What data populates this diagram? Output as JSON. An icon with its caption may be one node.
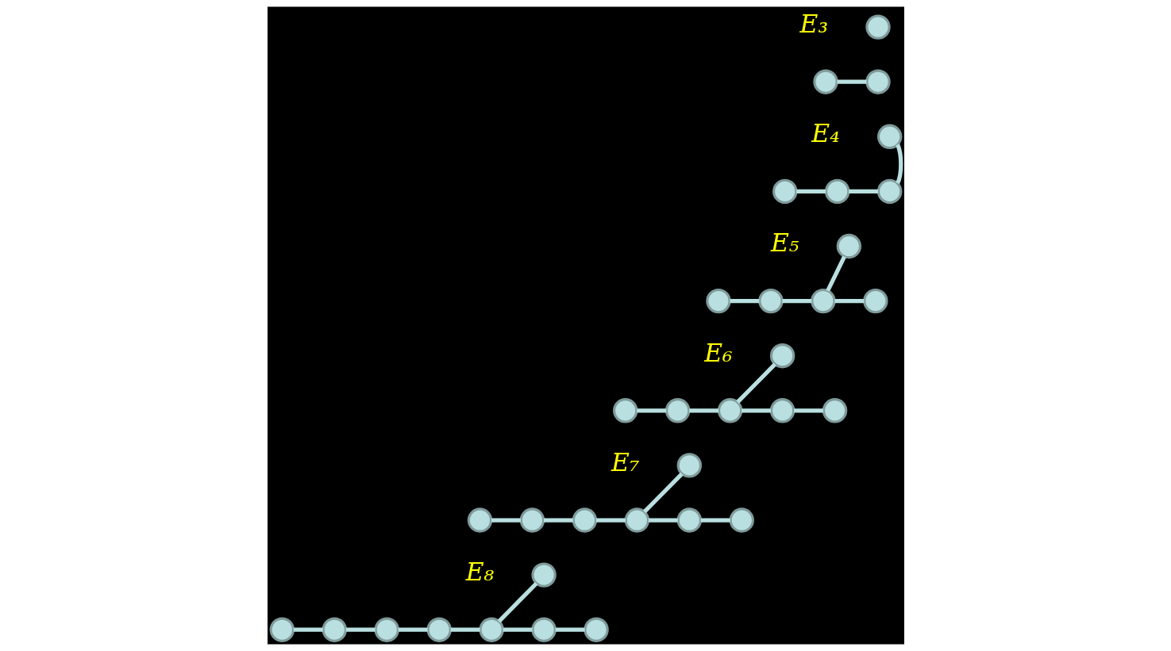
{
  "diagram": {
    "nodes": [
      {
        "text": [],
        "shape": "circle"
      },
      {
        "text": [],
        "shape": "circle"
      },
      {
        "text": [],
        "shape": "circle"
      },
      {
        "text": [],
        "shape": "circle"
      },
      {
        "text": [],
        "shape": "circle"
      },
      {
        "text": [],
        "shape": "circle"
      },
      {
        "text": [],
        "shape": "circle"
      },
      {
        "text": [],
        "shape": "circle"
      },
      {
        "text": [],
        "shape": "circle"
      },
      {
        "text": [],
        "shape": "circle"
      },
      {
        "text": [],
        "shape": "circle"
      },
      {
        "text": [],
        "shape": "circle"
      },
      {
        "text": [],
        "shape": "circle"
      },
      {
        "text": [],
        "shape": "circle"
      },
      {
        "text": [],
        "shape": "circle"
      },
      {
        "text": [],
        "shape": "circle"
      },
      {
        "text": [],
        "shape": "circle"
      },
      {
        "text": [],
        "shape": "circle"
      },
      {
        "text": [],
        "shape": "circle"
      },
      {
        "text": [],
        "shape": "circle"
      },
      {
        "text": [],
        "shape": "circle"
      },
      {
        "text": [],
        "shape": "circle"
      },
      {
        "text": [],
        "shape": "circle"
      },
      {
        "text": [],
        "shape": "circle"
      },
      {
        "text": [],
        "shape": "circle"
      },
      {
        "text": [],
        "shape": "circle"
      },
      {
        "text": [],
        "shape": "circle"
      },
      {
        "text": [],
        "shape": "circle"
      },
      {
        "text": [],
        "shape": "circle"
      },
      {
        "text": [],
        "shape": "circle"
      },
      {
        "text": [],
        "shape": "circle"
      },
      {
        "text": [],
        "shape": "circle"
      },
      {
        "text": [],
        "shape": "circle"
      }
    ],
    "edges": [
      {
        "from": 1,
        "to": 2,
        "arrow": "none"
      },
      {
        "from": 4,
        "to": 5,
        "arrow": "none"
      },
      {
        "from": 5,
        "to": 6,
        "arrow": "none"
      },
      {
        "from": 3,
        "to": 6,
        "arrow": "none"
      },
      {
        "from": 8,
        "to": 9,
        "arrow": "none"
      },
      {
        "from": 9,
        "to": 10,
        "arrow": "none"
      },
      {
        "from": 10,
        "to": 11,
        "arrow": "none"
      },
      {
        "from": 7,
        "to": 10,
        "arrow": "none"
      },
      {
        "from": 13,
        "to": 14,
        "arrow": "none"
      },
      {
        "from": 14,
        "to": 15,
        "arrow": "none"
      },
      {
        "from": 15,
        "to": 16,
        "arrow": "none"
      },
      {
        "from": 16,
        "to": 17,
        "arrow": "none"
      },
      {
        "from": 12,
        "to": 15,
        "arrow": "none"
      },
      {
        "from": 19,
        "to": 20,
        "arrow": "none"
      },
      {
        "from": 20,
        "to": 21,
        "arrow": "none"
      },
      {
        "from": 21,
        "to": 22,
        "arrow": "none"
      },
      {
        "from": 22,
        "to": 23,
        "arrow": "none"
      },
      {
        "from": 23,
        "to": 24,
        "arrow": "none"
      },
      {
        "from": 18,
        "to": 22,
        "arrow": "none"
      },
      {
        "from": 26,
        "to": 27,
        "arrow": "none"
      },
      {
        "from": 27,
        "to": 28,
        "arrow": "none"
      },
      {
        "from": 28,
        "to": 29,
        "arrow": "none"
      },
      {
        "from": 29,
        "to": 30,
        "arrow": "none"
      },
      {
        "from": 30,
        "to": 31,
        "arrow": "none"
      },
      {
        "from": 31,
        "to": 32,
        "arrow": "none"
      },
      {
        "from": 25,
        "to": 30,
        "arrow": "none"
      }
    ],
    "labels": [
      "E₃",
      "E₄",
      "E₅",
      "E₆",
      "E₇",
      "E₈"
    ]
  }
}
